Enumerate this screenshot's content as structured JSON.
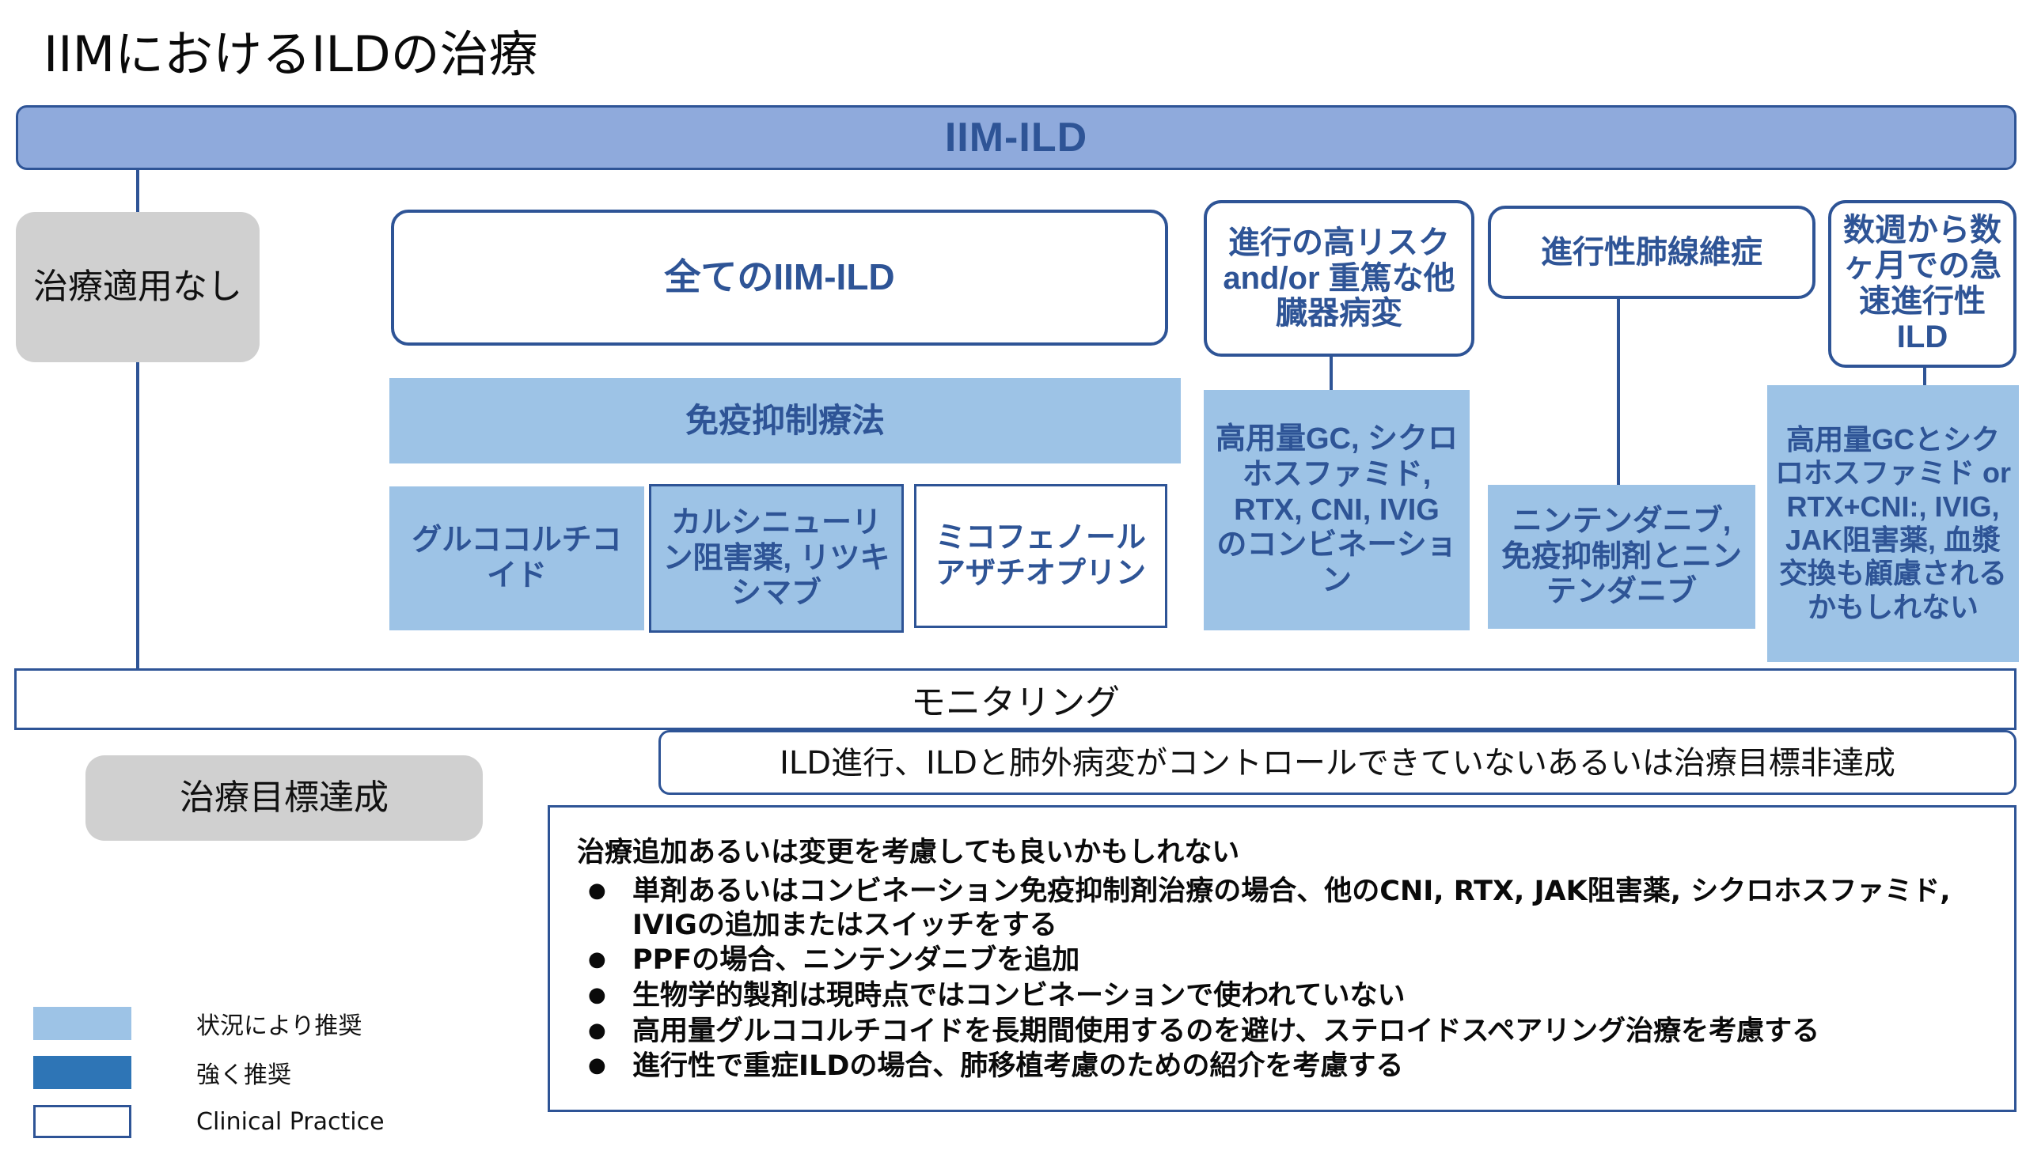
{
  "title": "IIMにおけるILDの治療",
  "banner": {
    "label": "IIM-ILD"
  },
  "no_treatment": {
    "label": "治療適用なし"
  },
  "branches": [
    {
      "label": "全てのIIM-ILD"
    },
    {
      "label": "進行の高リスク and/or 重篤な他臓器病変"
    },
    {
      "label": "進行性肺線維症"
    },
    {
      "label": "数週から数ヶ月での急速進行性ILD"
    }
  ],
  "immunosuppression": {
    "label": "免疫抑制療法"
  },
  "drug_boxes": [
    {
      "label": "グルココルチコイド",
      "style": "conditional"
    },
    {
      "label": "カルシニューリン阻害薬, リツキシマブ",
      "style": "conditional-bordered"
    },
    {
      "label": "ミコフェノール アザチオプリン",
      "style": "clinical-practice"
    }
  ],
  "branch_treatments": [
    {
      "label": "高用量GC, シクロホスファミド, RTX, CNI, IVIG のコンビネーション",
      "style": "conditional"
    },
    {
      "label": "ニンテンダニブ, 免疫抑制剤とニンテンダニブ",
      "style": "conditional"
    },
    {
      "label": "高用量GCとシクロホスファミド or  RTX+CNI:, IVIG, JAK阻害薬, 血漿交換も顧慮されるかもしれない",
      "style": "conditional"
    }
  ],
  "monitoring": {
    "label": "モニタリング"
  },
  "progression": {
    "label": "ILD進行、ILDと肺外病変がコントロールできていないあるいは治療目標非達成"
  },
  "goal_achieved": {
    "label": "治療目標達成"
  },
  "recommendations": {
    "heading": "治療追加あるいは変更を考慮しても良いかもしれない",
    "bullet_glyph": "●",
    "items": [
      "単剤あるいはコンビネーション免疫抑制剤治療の場合、他のCNI, RTX, JAK阻害薬, シクロホスファミド, IVIGの追加またはスイッチをする",
      "PPFの場合、ニンテンダニブを追加",
      "生物学的製剤は現時点ではコンビネーションで使われていない",
      "高用量グルココルチコイドを長期間使用するのを避け、ステロイドスペアリング治療を考慮する",
      "進行性で重症ILDの場合、肺移植考慮のための紹介を考慮する"
    ]
  },
  "legend": [
    {
      "label": "状況により推奨",
      "swatch": "light-blue"
    },
    {
      "label": "強く推奨",
      "swatch": "strong-blue"
    },
    {
      "label": "Clinical Practice",
      "swatch": "white-outline"
    }
  ],
  "colors": {
    "banner_fill": "#8FAADC",
    "outline": "#2E5496",
    "conditional": "#9DC3E6",
    "strong": "#2E75B6",
    "grey": "#D0D0D0"
  }
}
